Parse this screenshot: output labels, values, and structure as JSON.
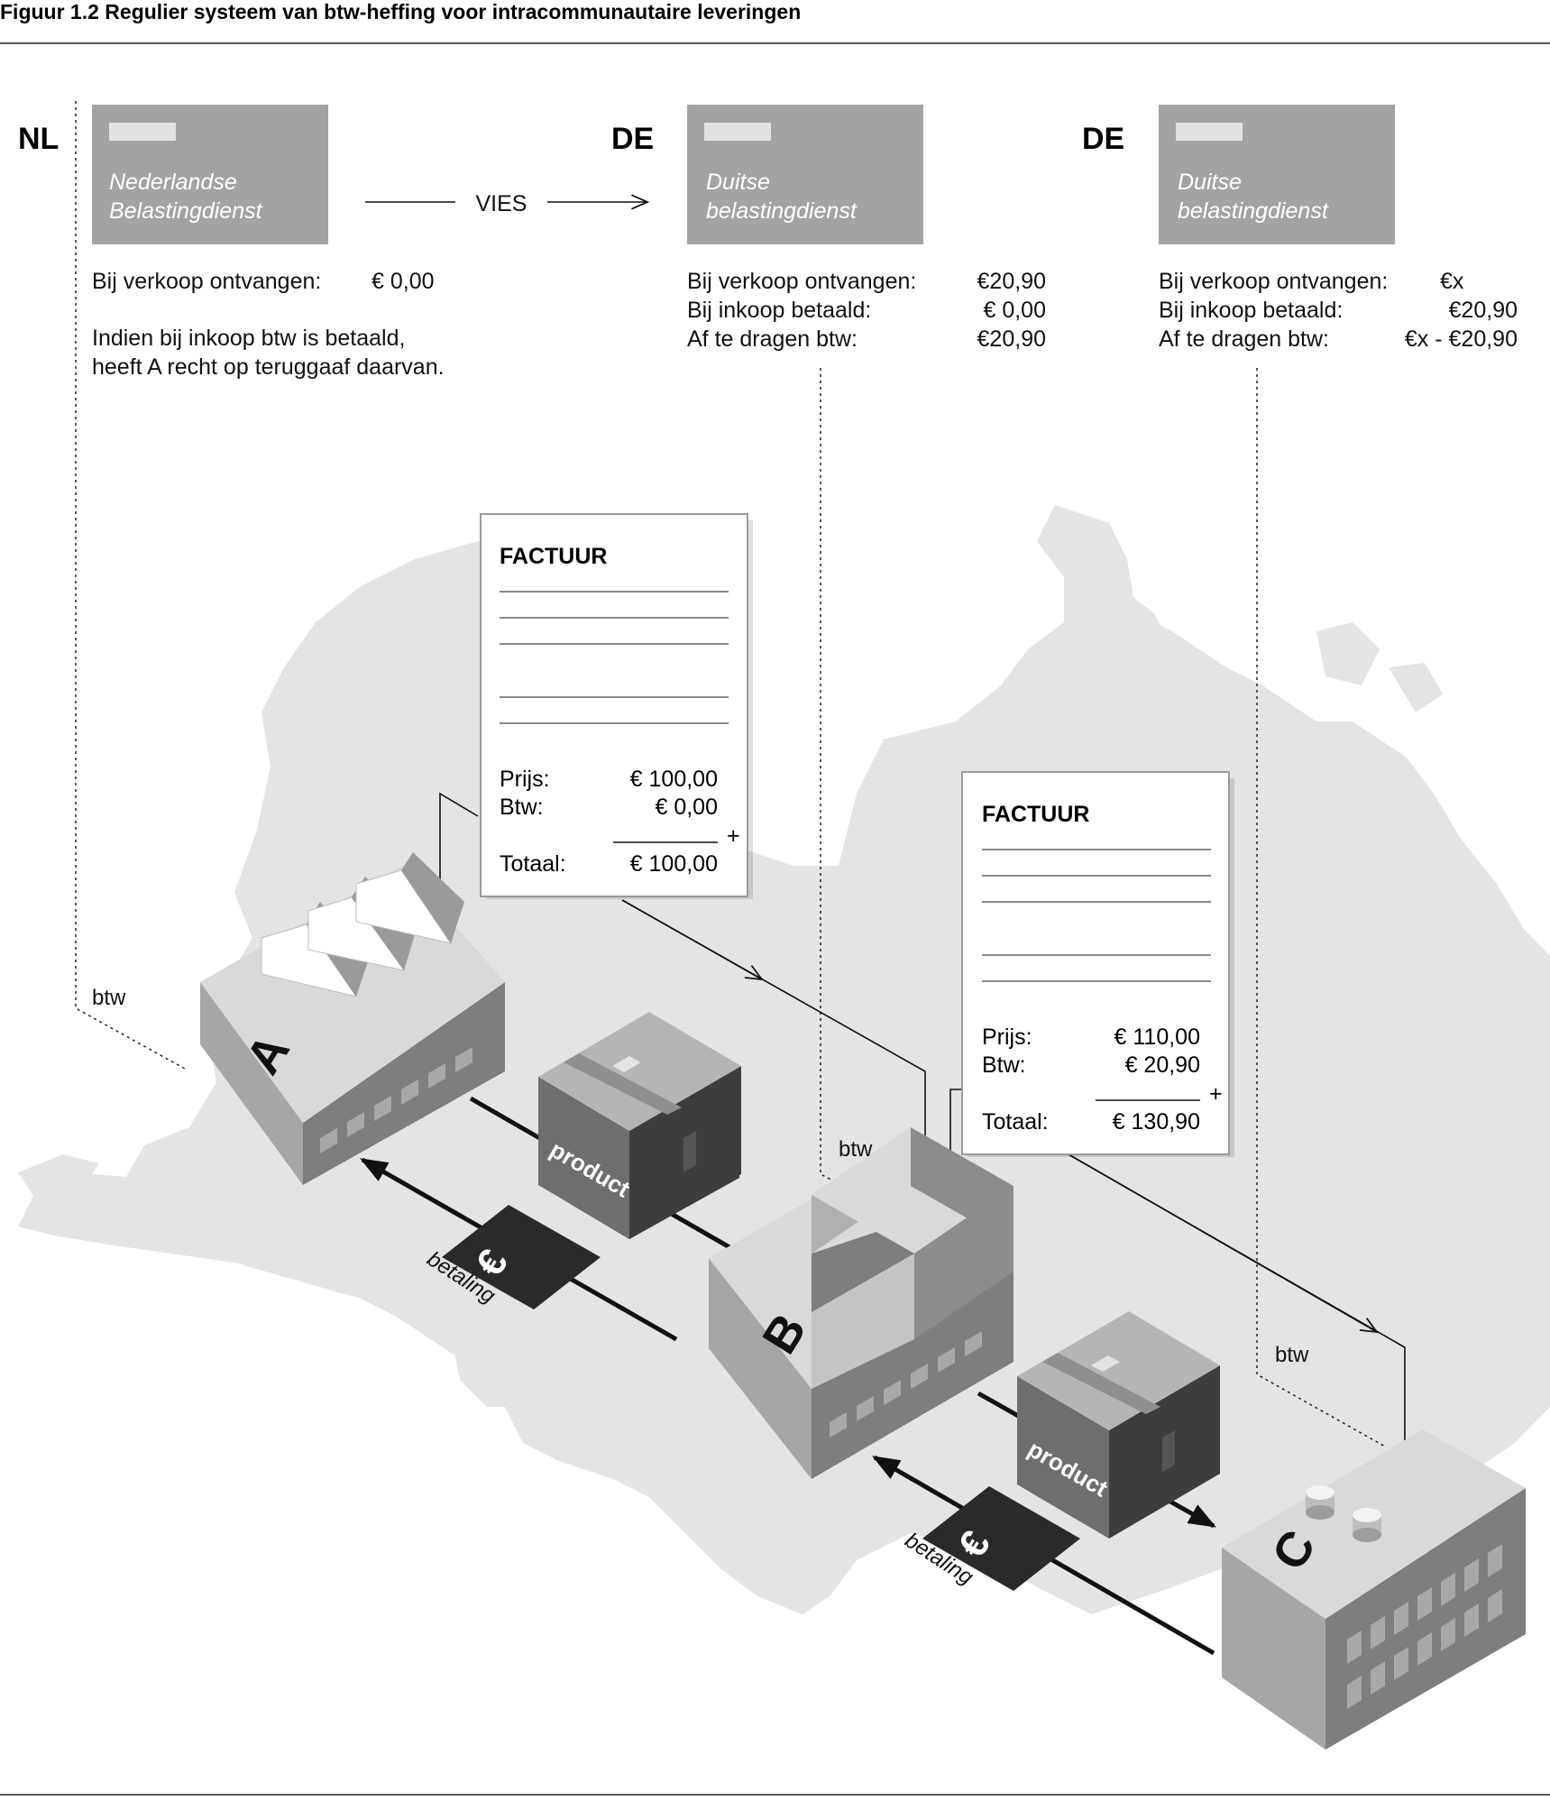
{
  "title": "Figuur 1.2 Regulier systeem van btw-heffing voor intracommunautaire leveringen",
  "authorities": [
    {
      "country": "NL",
      "name_line1": "Nederlandse",
      "name_line2": "Belastingdienst",
      "info_rows": [
        {
          "label": "Bij verkoop ontvangen:",
          "value": "€  0,00"
        }
      ],
      "note_line1": "Indien bij inkoop btw is betaald,",
      "note_line2": "heeft A recht op teruggaaf daarvan."
    },
    {
      "country": "DE",
      "name_line1": "Duitse",
      "name_line2": "belastingdienst",
      "info_rows": [
        {
          "label": "Bij verkoop ontvangen:",
          "value": "€20,90"
        },
        {
          "label": "Bij inkoop betaald:",
          "value": "€  0,00"
        },
        {
          "label": "Af te dragen btw:",
          "value": "€20,90"
        }
      ]
    },
    {
      "country": "DE",
      "name_line1": "Duitse",
      "name_line2": "belastingdienst",
      "info_rows": [
        {
          "label": "Bij verkoop ontvangen:",
          "value": "€x"
        },
        {
          "label": "Bij inkoop betaald:",
          "value": "€20,90"
        },
        {
          "label": "Af te dragen btw:",
          "value": "€x - €20,90"
        }
      ]
    }
  ],
  "vies_label": "VIES",
  "btw_label": "btw",
  "invoices": [
    {
      "title": "FACTUUR",
      "price_label": "Prijs:",
      "price_value": "€ 100,00",
      "vat_label": "Btw:",
      "vat_value": "€ 0,00",
      "plus": "+",
      "total_label": "Totaal:",
      "total_value": "€ 100,00"
    },
    {
      "title": "FACTUUR",
      "price_label": "Prijs:",
      "price_value": "€ 110,00",
      "vat_label": "Btw:",
      "vat_value": "€ 20,90",
      "plus": "+",
      "total_label": "Totaal:",
      "total_value": "€ 130,90"
    }
  ],
  "buildings": [
    "A",
    "B",
    "C"
  ],
  "product_label": "product",
  "payment_symbol": "€",
  "payment_label": "betaling",
  "colors": {
    "authority_box": "#a3a3a3",
    "map_fill": "#e4e4e4",
    "building_top": "#d9d9d9",
    "building_left": "#a6a6a6",
    "building_right": "#7e7e7e",
    "package_dark": "#3d3d3d",
    "payment_note": "#2a2a2a"
  }
}
